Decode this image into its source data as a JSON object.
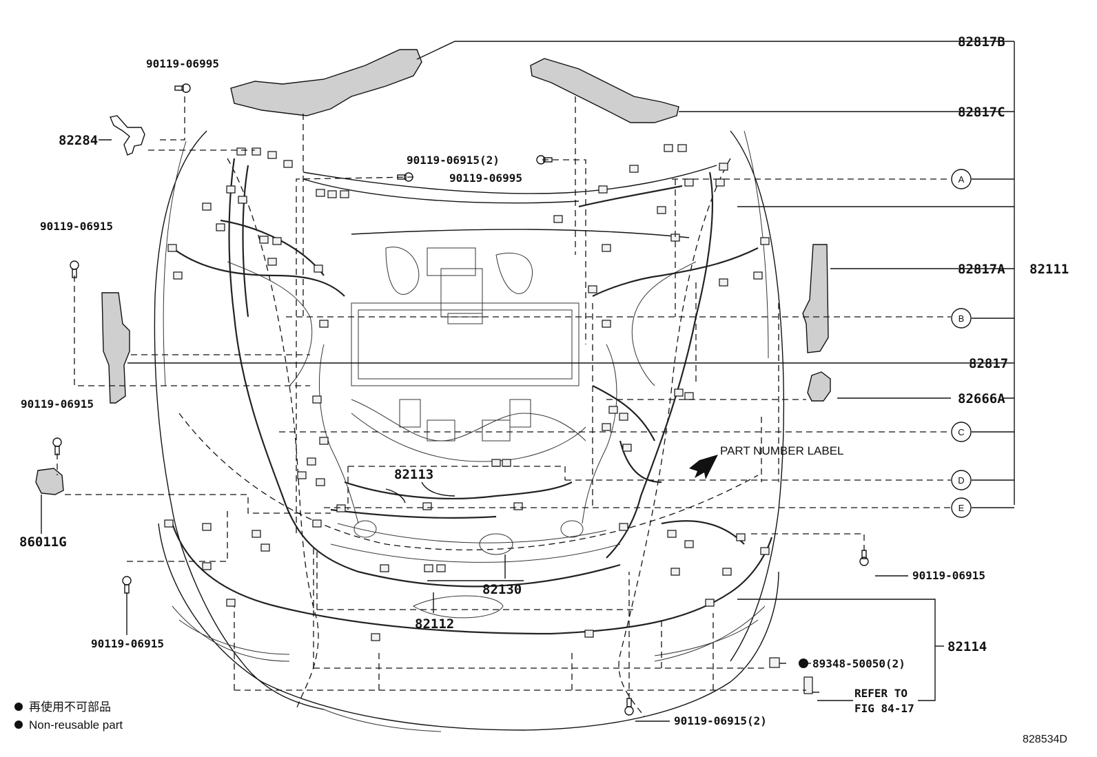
{
  "diagram_id": "828534D",
  "labels": {
    "p82817B": "82817B",
    "p82817C": "82817C",
    "p82817A": "82817A",
    "p82111": "82111",
    "p82817": "82817",
    "p82666A": "82666A",
    "p82284": "82284",
    "p86011G": "86011G",
    "p82113": "82113",
    "p82130": "82130",
    "p82112": "82112",
    "p82114": "82114",
    "b_90119_06995_top": "90119-06995",
    "b_90119_06915_2_top": "90119-06915(2)",
    "b_90119_06995_mid": "90119-06995",
    "b_90119_06915_left": "90119-06915",
    "b_90119_06915_left2": "90119-06915",
    "b_90119_06915_bl": "90119-06915",
    "b_90119_06915_right": "90119-06915",
    "b_90119_06915_2_bottom": "90119-06915(2)",
    "clip_89348": "89348-50050(2)",
    "refer_line1": "REFER TO",
    "refer_line2": "FIG 84-17",
    "part_number_label": "PART NUMBER LABEL"
  },
  "refs": [
    "A",
    "B",
    "C",
    "D",
    "E"
  ],
  "legend": {
    "jp": "再使用不可部品",
    "en": "Non-reusable part"
  }
}
